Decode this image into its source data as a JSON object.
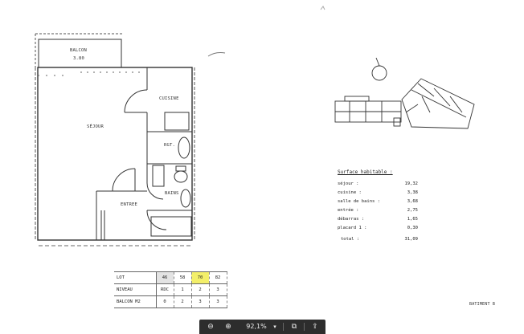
{
  "plan": {
    "balcony_label": "BALCON",
    "balcony_area": "3.80",
    "rooms": {
      "sejour": "SÉJOUR",
      "cuisine": "CUISINE",
      "rgt": "RGT.",
      "bains": "BAINS",
      "entree": "ENTREE"
    },
    "building_label": "BATIMENT B"
  },
  "surface": {
    "title": "Surface habitable :",
    "rows": [
      {
        "label": "séjour :",
        "value": "19,32"
      },
      {
        "label": "cuisine :",
        "value": "3,38"
      },
      {
        "label": "salle de bains :",
        "value": "3,68"
      },
      {
        "label": "entrée :",
        "value": "2,75"
      },
      {
        "label": "débarras :",
        "value": "1,65"
      },
      {
        "label": "placard 1 :",
        "value": "0,30"
      }
    ],
    "total_label": "total :",
    "total_value": "31,09"
  },
  "lot_table": {
    "headers": [
      "LOT",
      "NIVEAU",
      "BALCON M2"
    ],
    "lot": [
      "46",
      "58",
      "70",
      "82"
    ],
    "niveau": [
      "RDC",
      "1",
      "2",
      "3"
    ],
    "balcon": [
      "0",
      "2",
      "3",
      "3"
    ]
  },
  "toolbar": {
    "zoom_out": "⊖",
    "zoom_in": "⊕",
    "zoom": "92,1%",
    "zoom_caret": "▾",
    "pages": "⧉",
    "share": "⇪"
  }
}
